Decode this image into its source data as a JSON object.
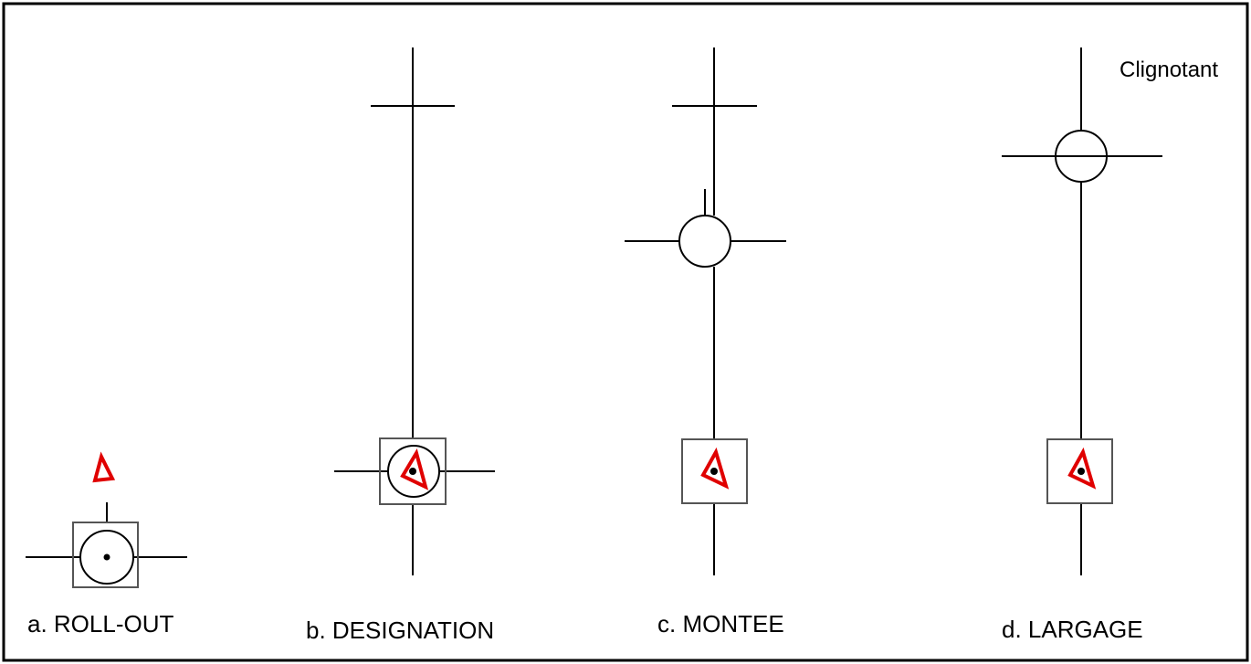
{
  "panels": {
    "a": {
      "label": "a. ROLL-OUT"
    },
    "b": {
      "label": "b. DESIGNATION"
    },
    "c": {
      "label": "c. MONTEE"
    },
    "d": {
      "label": "d. LARGAGE",
      "note": "Clignotant"
    }
  },
  "colors": {
    "line": "#000000",
    "marker": "#e00000",
    "box_border": "#555555",
    "frame": "#000000",
    "background": "#ffffff"
  }
}
